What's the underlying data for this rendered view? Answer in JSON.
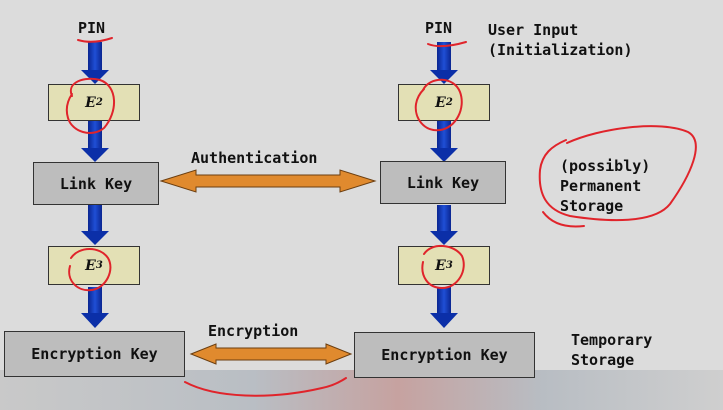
{
  "diagram": {
    "left_column": {
      "input_label": "PIN",
      "e2_label": "E",
      "e2_sub": "2",
      "link_key_label": "Link Key",
      "e3_label": "E",
      "e3_sub": "3",
      "encryption_key_label": "Encryption Key"
    },
    "right_column": {
      "input_label": "PIN",
      "e2_label": "E",
      "e2_sub": "2",
      "link_key_label": "Link Key",
      "e3_label": "E",
      "e3_sub": "3",
      "encryption_key_label": "Encryption Key"
    },
    "user_input_label": "User Input\n(Initialization)",
    "authentication_label": "Authentication",
    "encryption_label": "Encryption",
    "permanent_storage_label": "(possibly)\nPermanent\nStorage",
    "temporary_storage_label": "Temporary\nStorage",
    "colors": {
      "flow_arrow": "#0b2fa8",
      "exchange_arrow": "#e08a2e",
      "annotation": "#e0242b",
      "key_box": "#bdbdbd",
      "function_box": "#e3e0b5"
    }
  }
}
